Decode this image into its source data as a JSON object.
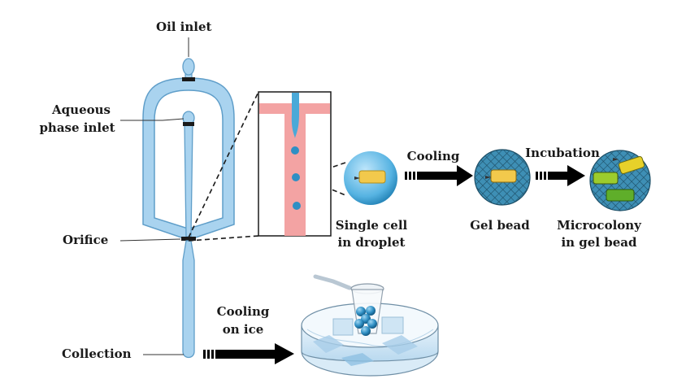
{
  "labels": {
    "oil_inlet": "Oil inlet",
    "aqueous_line1": "Aqueous",
    "aqueous_line2": "phase inlet",
    "orifice": "Orifice",
    "collection": "Collection",
    "cooling_ice_line1": "Cooling",
    "cooling_ice_line2": "on ice",
    "single_cell_line1": "Single cell",
    "single_cell_line2": "in droplet",
    "cooling": "Cooling",
    "gel_bead": "Gel bead",
    "incubation": "Incubation",
    "microcolony_line1": "Microcolony",
    "microcolony_line2": "in gel bead"
  },
  "colors": {
    "channel_fill": "#a9d3ef",
    "channel_stroke": "#5f9ec9",
    "oil_pink": "#f3a3a3",
    "water_blue": "#4aa9d8",
    "droplet_blue": "#2f8fc4",
    "cell_yellow": "#f2c94c",
    "cell_green": "#7fb832",
    "arrow": "#000000"
  },
  "icons": [
    "microfluidic-chip-icon",
    "zoom-inset-icon",
    "droplet-icon",
    "gel-bead-icon",
    "microcolony-bead-icon",
    "ice-bath-icon",
    "tube-icon"
  ]
}
